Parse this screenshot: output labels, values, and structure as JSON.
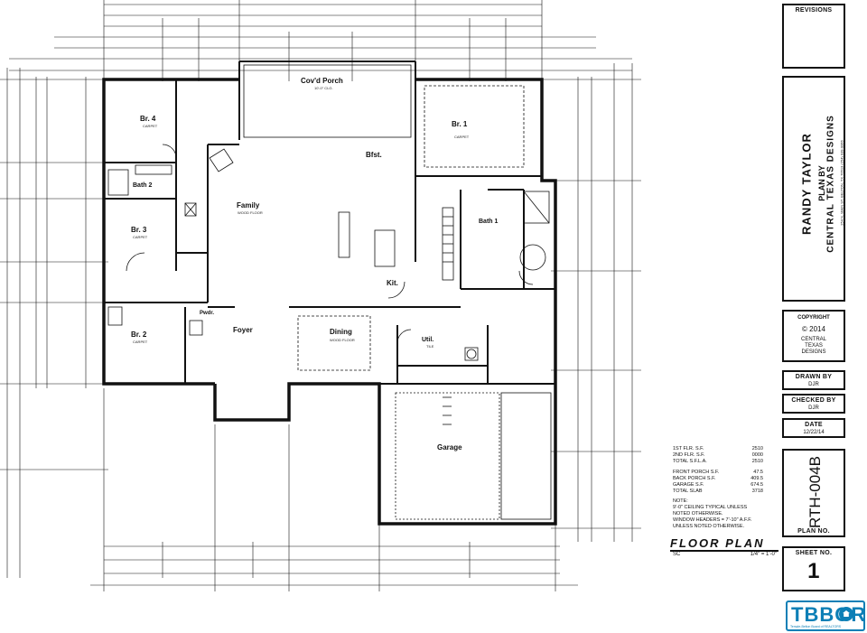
{
  "rooms": {
    "covd_porch": "Cov'd Porch",
    "br4": "Br. 4",
    "br1": "Br. 1",
    "bath2": "Bath 2",
    "bfst": "Bfst.",
    "family": "Family",
    "br3": "Br. 3",
    "bath1": "Bath 1",
    "kit": "Kit.",
    "br2": "Br. 2",
    "foyer": "Foyer",
    "dining": "Dining",
    "util": "Util.",
    "garage": "Garage",
    "pwdr": "Pwdr."
  },
  "room_notes": {
    "carpet": "CARPET",
    "porch_clg": "10'-0\" CLG.",
    "family_clg": "WOOD FLOOR",
    "dining_clg": "WOOD FLOOR",
    "tile": "TILE"
  },
  "title_block": {
    "revisions": "REVISIONS",
    "designer_name": "RANDY TAYLOR",
    "plan_by": "PLAN BY",
    "company": "CENTRAL TEXAS DESIGNS",
    "company_address": "254 N. MAIN ST. BELTON, TX 76513 (254) 939-0066",
    "copyright_label": "COPYRIGHT",
    "copyright_year": "© 2014",
    "copyright_holder_1": "CENTRAL",
    "copyright_holder_2": "TEXAS",
    "copyright_holder_3": "DESIGNS",
    "drawn_by_label": "DRAWN BY",
    "drawn_by_value": "DJR",
    "checked_by_label": "CHECKED BY",
    "checked_by_value": "DJR",
    "date_label": "DATE",
    "date_value": "12/22/14",
    "plan_no_value": "RTH-004B",
    "plan_no_label": "PLAN NO.",
    "sheet_no_label": "SHEET NO.",
    "sheet_no_value": "1"
  },
  "stats": [
    {
      "label": "1ST FLR. S.F.",
      "value": "2510"
    },
    {
      "label": "2ND FLR. S.F.",
      "value": "0000"
    },
    {
      "label": "TOTAL S.F.L.A.",
      "value": "2510"
    },
    {
      "label": "FRONT PORCH S.F.",
      "value": "47.5"
    },
    {
      "label": "BACK PORCH S.F.",
      "value": "409.5"
    },
    {
      "label": "GARAGE S.F.",
      "value": "674.5"
    },
    {
      "label": "TOTAL SLAB",
      "value": "3718"
    }
  ],
  "notes": [
    "NOTE:",
    "9'-0\" CEILING TYPICAL UNLESS",
    "NOTED OTHERWISE.",
    "WINDOW HEADERS = 7'-10\" A.F.F.",
    "UNLESS NOTED OTHERWISE."
  ],
  "drawing_title": "FLOOR PLAN",
  "scale_left": "SC",
  "scale_right": "1/4\" = 1'-0\"",
  "logo": {
    "word": "TBBOR",
    "tagline": "Temple-Belton Board of REALTORS"
  },
  "colors": {
    "ink": "#111111",
    "logo_blue": "#0d7fb6"
  }
}
